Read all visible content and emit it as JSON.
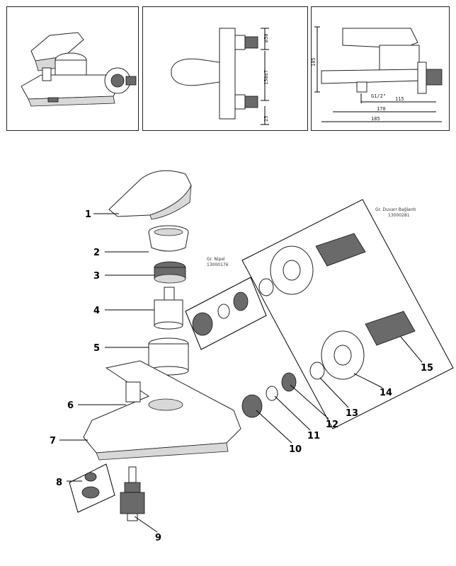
{
  "views": {
    "front_dims": {
      "d1": "ø50",
      "d2": "150±7",
      "d3": "25"
    },
    "side_dims": {
      "height": "105",
      "thread": "G1/2\"",
      "d115": "115",
      "d170": "170",
      "d185": "185"
    }
  },
  "notes": {
    "kit_a_title": "Gr. Nipel",
    "kit_a_code": "13000176",
    "kit_b_title": "Gr. Duvarr Bağlantı",
    "kit_b_code": "13000281"
  },
  "callouts": [
    {
      "n": "1"
    },
    {
      "n": "2"
    },
    {
      "n": "3"
    },
    {
      "n": "4"
    },
    {
      "n": "5"
    },
    {
      "n": "6"
    },
    {
      "n": "7"
    },
    {
      "n": "8"
    },
    {
      "n": "9"
    },
    {
      "n": "10"
    },
    {
      "n": "11"
    },
    {
      "n": "12"
    },
    {
      "n": "13"
    },
    {
      "n": "14"
    },
    {
      "n": "15"
    }
  ]
}
